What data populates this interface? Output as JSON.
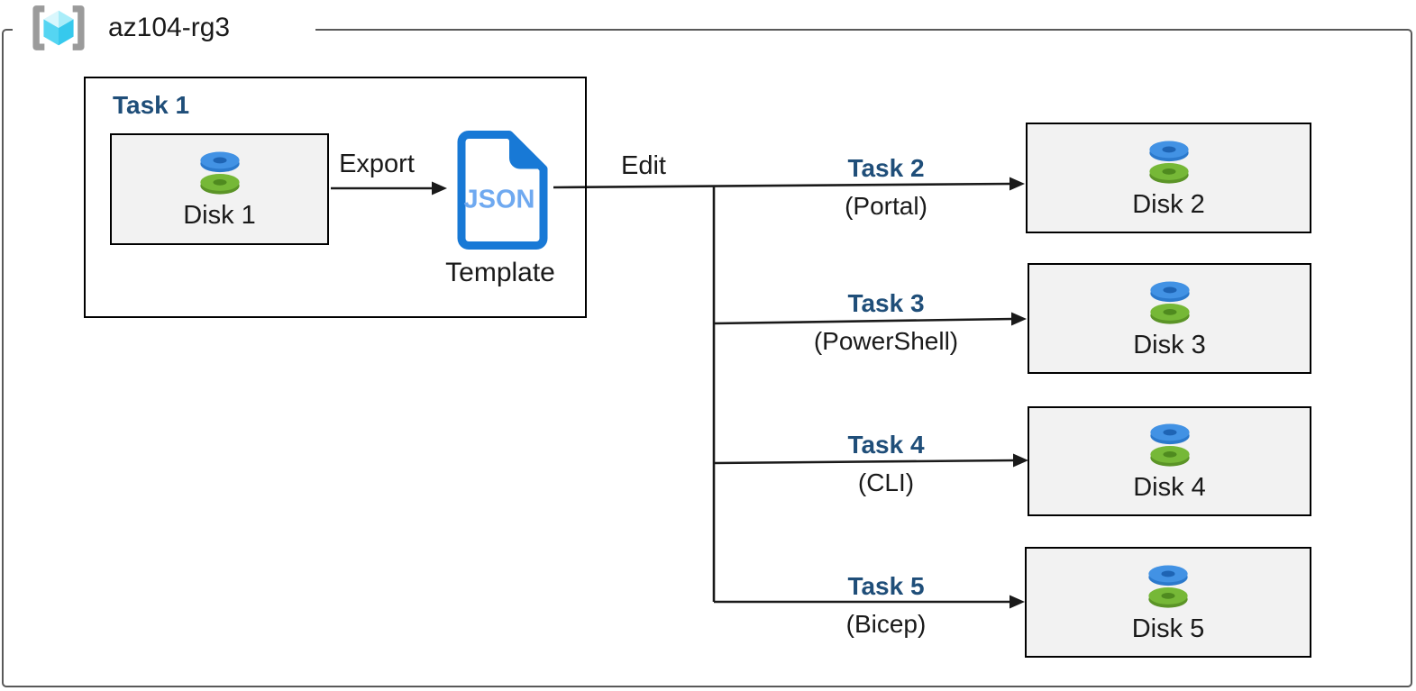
{
  "resource_group": {
    "name": "az104-rg3"
  },
  "task1_group": {
    "title": "Task 1"
  },
  "nodes": {
    "disk1": "Disk 1",
    "disk2": "Disk 2",
    "disk3": "Disk 3",
    "disk4": "Disk 4",
    "disk5": "Disk 5",
    "template": {
      "label": "Template",
      "badge": "JSON"
    }
  },
  "edges": {
    "export": "Export",
    "edit": "Edit"
  },
  "branches": [
    {
      "task": "Task 2",
      "method": "(Portal)",
      "target": "Disk 2"
    },
    {
      "task": "Task 3",
      "method": "(PowerShell)",
      "target": "Disk 3"
    },
    {
      "task": "Task 4",
      "method": "(CLI)",
      "target": "Disk 4"
    },
    {
      "task": "Task 5",
      "method": "(Bicep)",
      "target": "Disk 5"
    }
  ],
  "colors": {
    "task_heading": "#1F4E79",
    "disk_box_fill": "#F2F2F2",
    "outer_border": "#595959",
    "json_blue": "#1879D6",
    "json_text_blue": "#6FA9F0",
    "disk_blue_top": "#4292E4",
    "disk_blue_side": "#2B79CC",
    "disk_green_top": "#76B837",
    "disk_green_side": "#5B9427",
    "cube_cyan": "#4ACFF0",
    "bracket_gray": "#9B9B9B"
  }
}
